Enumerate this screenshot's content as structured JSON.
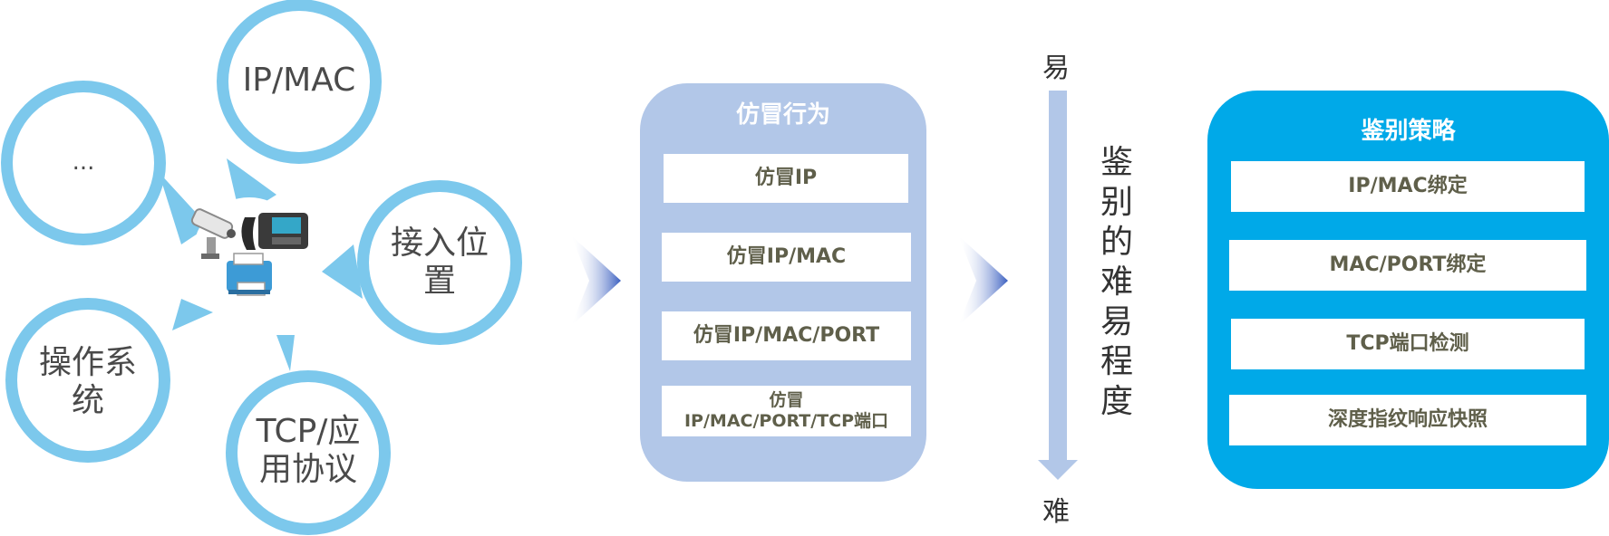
{
  "bubbles": {
    "ip_mac": "IP/MAC",
    "ellipsis": "...",
    "access_location": "接入位\n置",
    "os": "操作系\n统",
    "tcp_protocol": "TCP/应\n用协议"
  },
  "spoof_panel": {
    "title": "仿冒行为",
    "rows": [
      "仿冒IP",
      "仿冒IP/MAC",
      "仿冒IP/MAC/PORT",
      "仿冒\nIP/MAC/PORT/TCP端口"
    ]
  },
  "difficulty_axis": {
    "top": "易",
    "bottom": "难",
    "label": "鉴别的难易程度"
  },
  "strategy_panel": {
    "title": "鉴别策略",
    "rows": [
      "IP/MAC绑定",
      "MAC/PORT绑定",
      "TCP端口检测",
      "深度指纹响应快照"
    ]
  },
  "colors": {
    "bubble": "#7cc8ec",
    "spoof_panel": "#b2c7e8",
    "strategy_panel": "#00a9e8",
    "axis": "#b2c7e8",
    "chevron": "#3a5fc0"
  },
  "icons": [
    "camera-icon",
    "phone-icon",
    "printer-icon"
  ]
}
